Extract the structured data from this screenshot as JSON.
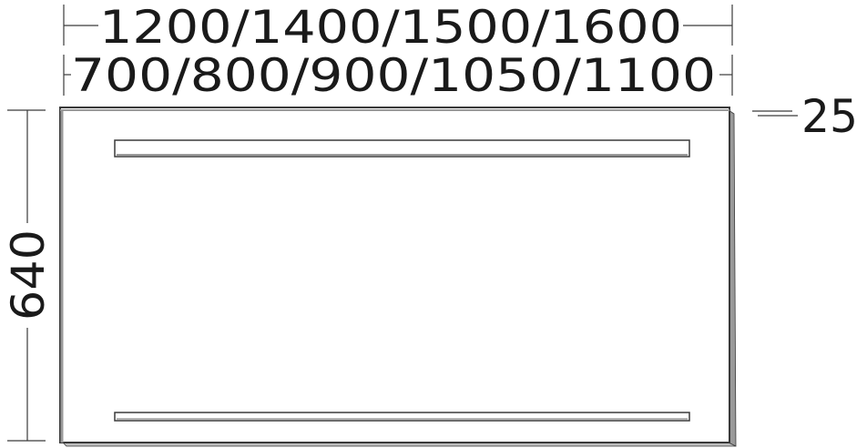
{
  "dimensions": {
    "width_top": "1200/1400/1500/1600",
    "width_bottom": "700/800/900/1050/1100",
    "height": "640",
    "depth": "25"
  },
  "colors": {
    "line": "#3a3a3a",
    "panel_fill": "#ffffff",
    "edge_shadow": "#9a9a9a",
    "text": "#1a1a1a"
  }
}
